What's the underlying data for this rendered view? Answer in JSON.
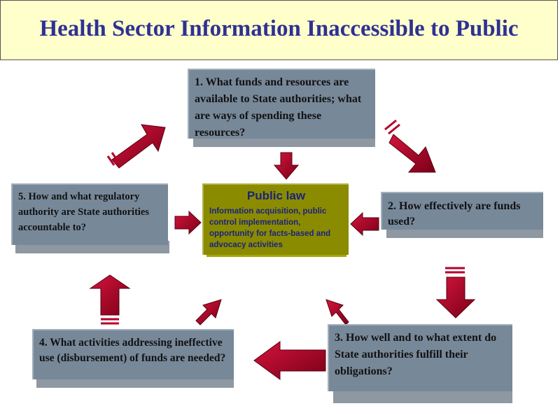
{
  "title": "Health Sector Information Inaccessible to Public",
  "center": {
    "title": "Public law",
    "body": "Information acquisition, public control implementation, opportunity for facts-based and advocacy activities"
  },
  "boxes": {
    "q1": "1. What funds and resources are available to State authorities; what are ways of spending these resources?",
    "q2": "2. How effectively are funds used?",
    "q3": "3. How well and to what extent do State authorities fulfill their obligations?",
    "q4": "4. What activities addressing ineffective use (disbursement) of funds are needed?",
    "q5": "5. How and what regulatory authority are State authorities accountable to?"
  },
  "colors": {
    "title_bg": "#ffffcc",
    "title_text": "#2e3192",
    "box_fill": "#778899",
    "center_fill": "#8b8b00",
    "arrow_fill": "#b5002b"
  }
}
